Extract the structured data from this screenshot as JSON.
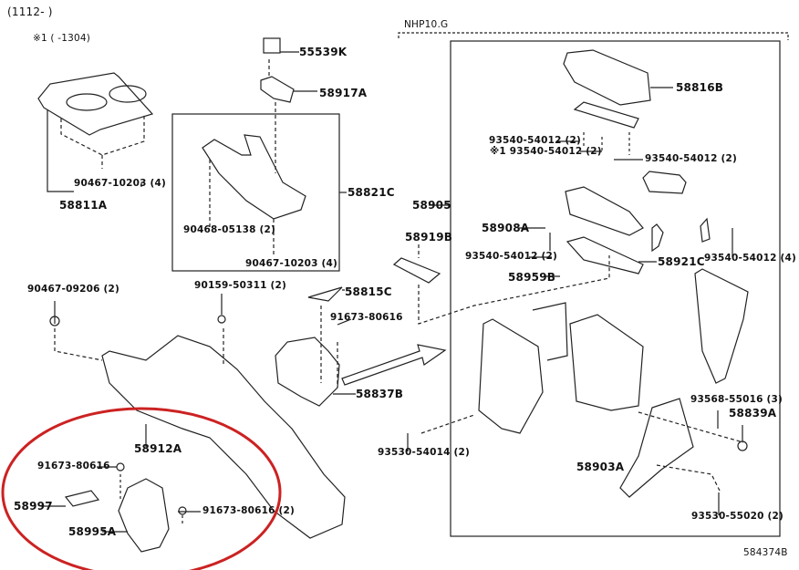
{
  "header": {
    "date_range": "(1112- )",
    "footnote": "※1 (      -1304)",
    "variant_group": "NHP10.G",
    "illustration_number": "584374B"
  },
  "colors": {
    "highlight_ellipse": "#cc2222",
    "line": "#222222"
  },
  "labels": [
    "55539K",
    "58917A",
    "58811A",
    "90467-10203 (4)",
    "58821C",
    "90468-05138 (2)",
    "90467-10203 (4)",
    "58816B",
    "93540-54012 (2)",
    "※1 93540-54012 (2)",
    "93540-54012 (2)",
    "58905",
    "58908A",
    "58919B",
    "93540-54012 (2)",
    "58921C",
    "93540-54012 (4)",
    "58959B",
    "90467-09206 (2)",
    "90159-50311 (2)",
    "58815C",
    "91673-80616",
    "58837B",
    "58912A",
    "91673-80616",
    "58997",
    "91673-80616 (2)",
    "58995A",
    "93530-54014 (2)",
    "93568-55016 (3)",
    "58839A",
    "58903A",
    "93530-55020 (2)"
  ]
}
